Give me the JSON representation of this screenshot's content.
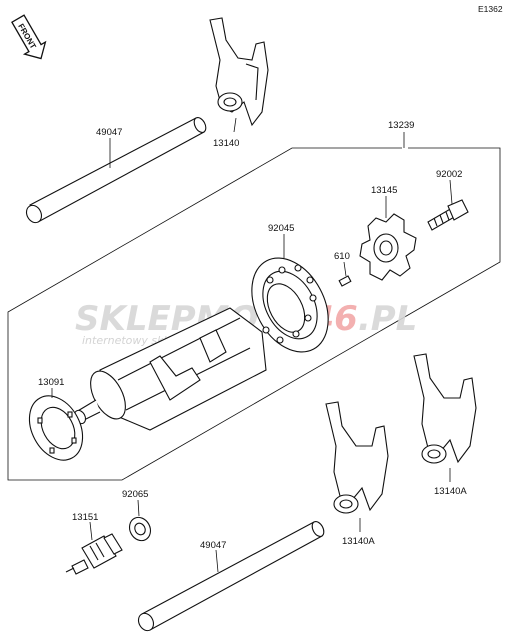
{
  "diagram_code": "E1362",
  "front_label": "FRONT",
  "watermark": {
    "part1": "SKLEP",
    "part2": "MOTO",
    "part3": "46",
    "part4": ".PL",
    "subtitle": "internetowy sklep motocyklowy",
    "colors": {
      "gray": "#d6d6d6",
      "red": "#f2a8a8"
    }
  },
  "callouts": [
    {
      "id": "49047-upper",
      "text": "49047"
    },
    {
      "id": "13140-upper",
      "text": "13140"
    },
    {
      "id": "13239",
      "text": "13239"
    },
    {
      "id": "92002",
      "text": "92002"
    },
    {
      "id": "13145",
      "text": "13145"
    },
    {
      "id": "92045",
      "text": "92045"
    },
    {
      "id": "610",
      "text": "610"
    },
    {
      "id": "13091",
      "text": "13091"
    },
    {
      "id": "92065",
      "text": "92065"
    },
    {
      "id": "13151",
      "text": "13151"
    },
    {
      "id": "49047-lower",
      "text": "49047"
    },
    {
      "id": "13140a-middle",
      "text": "13140A"
    },
    {
      "id": "13140a-right",
      "text": "13140A"
    }
  ]
}
